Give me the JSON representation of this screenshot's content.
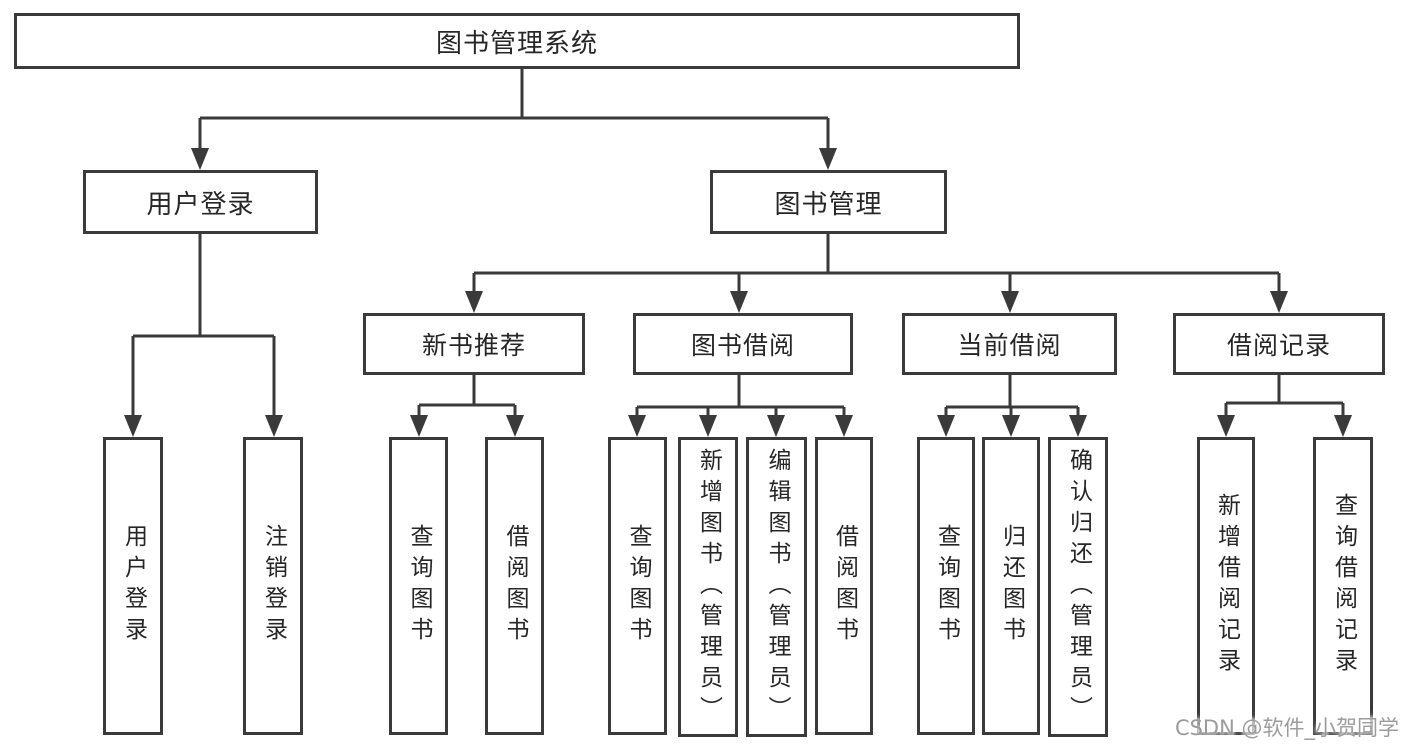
{
  "diagram": {
    "title_node": "图书管理系统",
    "nodes": {
      "root": {
        "label": "图书管理系统"
      },
      "user_login": {
        "label": "用户登录"
      },
      "book_mgmt": {
        "label": "图书管理"
      },
      "new_book_rec": {
        "label": "新书推荐"
      },
      "book_borrow": {
        "label": "图书借阅"
      },
      "current_borrow": {
        "label": "当前借阅"
      },
      "borrow_record": {
        "label": "借阅记录"
      },
      "leaf_user_login": {
        "label": "用户登录"
      },
      "leaf_logout": {
        "label": "注销登录"
      },
      "leaf_nbr_query": {
        "label": "查询图书"
      },
      "leaf_nbr_borrow": {
        "label": "借阅图书"
      },
      "leaf_bb_query": {
        "label": "查询图书"
      },
      "leaf_bb_add": {
        "label": "新增图书（管理员）"
      },
      "leaf_bb_edit": {
        "label": "编辑图书（管理员）"
      },
      "leaf_bb_borrow": {
        "label": "借阅图书"
      },
      "leaf_cb_query": {
        "label": "查询图书"
      },
      "leaf_cb_return": {
        "label": "归还图书"
      },
      "leaf_cb_confirm": {
        "label": "确认归还（管理员）"
      },
      "leaf_br_add": {
        "label": "新增借阅记录"
      },
      "leaf_br_query": {
        "label": "查询借阅记录"
      }
    },
    "edges": [
      "root->user_login",
      "root->book_mgmt",
      "user_login->leaf_user_login",
      "user_login->leaf_logout",
      "book_mgmt->new_book_rec",
      "book_mgmt->book_borrow",
      "book_mgmt->current_borrow",
      "book_mgmt->borrow_record",
      "new_book_rec->leaf_nbr_query",
      "new_book_rec->leaf_nbr_borrow",
      "book_borrow->leaf_bb_query",
      "book_borrow->leaf_bb_add",
      "book_borrow->leaf_bb_edit",
      "book_borrow->leaf_bb_borrow",
      "current_borrow->leaf_cb_query",
      "current_borrow->leaf_cb_return",
      "current_borrow->leaf_cb_confirm",
      "borrow_record->leaf_br_add",
      "borrow_record->leaf_br_query"
    ],
    "colors": {
      "line": "#3a3a3a",
      "box_border": "#3a3a3a",
      "box_fill": "#ffffff",
      "text": "#262626",
      "background": "#ffffff"
    }
  },
  "watermark": {
    "text": "CSDN @软件_小贺同学",
    "color": "#9c9c9c"
  }
}
